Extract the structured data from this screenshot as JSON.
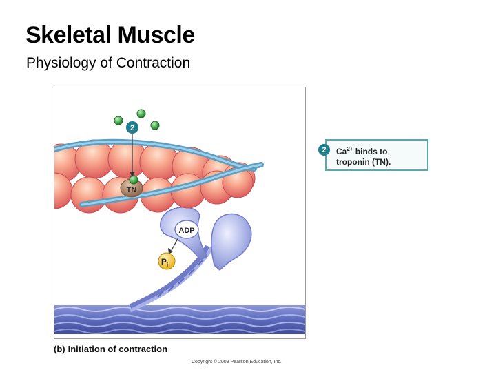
{
  "slide": {
    "title": "Skeletal Muscle",
    "subtitle": "Physiology of Contraction"
  },
  "figure": {
    "step_badge": "2",
    "labels": {
      "troponin": "TN",
      "adp": "ADP",
      "pi_main": "P",
      "pi_sub": "i"
    },
    "caption_tag": "(b)",
    "caption_text": "Initiation of contraction",
    "copyright": "Copyright © 2009 Pearson Education, Inc."
  },
  "callout": {
    "badge": "2",
    "line1_prefix": "Ca",
    "line1_sup": "2+",
    "line1_suffix": " binds to",
    "line2": "troponin (TN)."
  },
  "colors": {
    "actin": "#e66a63",
    "tropomyosin": "#6fb2d3",
    "myosin": "#9aa5dd",
    "thick_filament": "#5d6bbd",
    "calcium": "#3f9c45",
    "troponin": "#a57a5f",
    "phosphate": "#f3c332",
    "callout": "#1f7f8f"
  }
}
